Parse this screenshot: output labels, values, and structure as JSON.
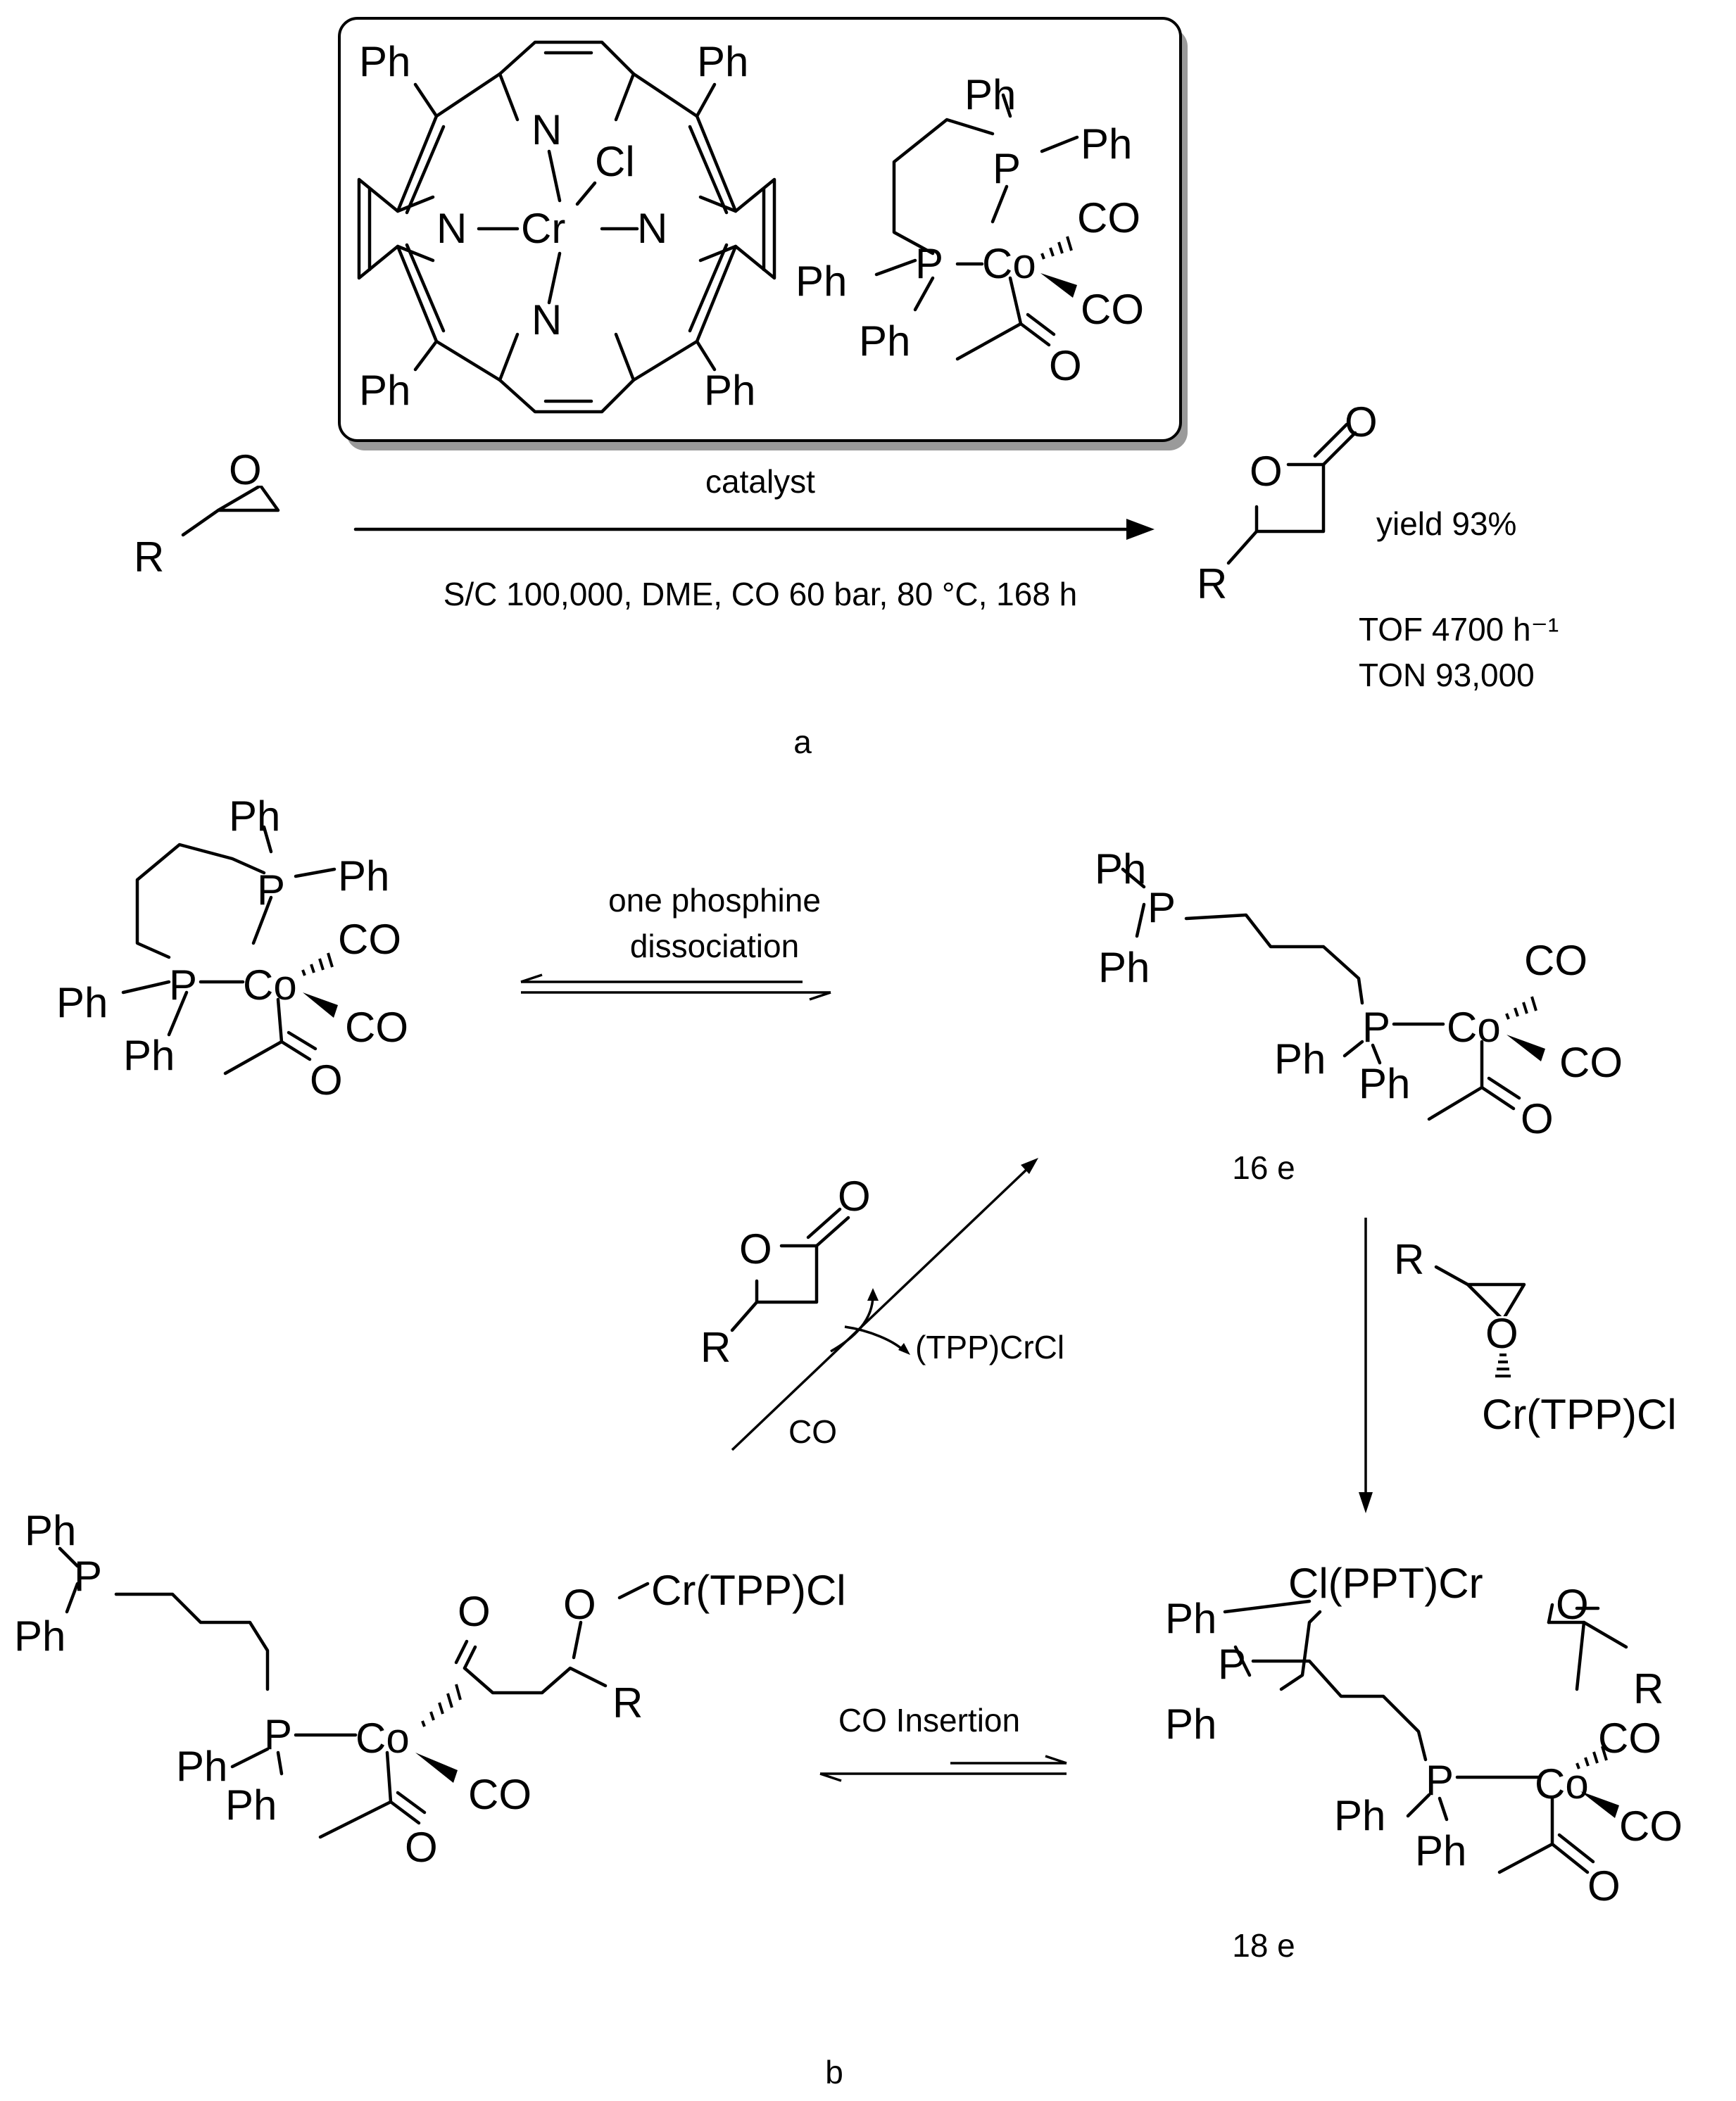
{
  "atoms": {
    "ph": "Ph",
    "n": "N",
    "cr": "Cr",
    "cl": "Cl",
    "p": "P",
    "co_metal": "Co",
    "co_ligand": "CO",
    "o": "O",
    "r": "R",
    "cr_tpp_cl": "Cr(TPP)Cl",
    "cl_ppt_cr": "Cl(PPT)Cr",
    "tpp_crcl": "(TPP)CrCl"
  },
  "panel_a": {
    "label": "a",
    "arrow_above": "catalyst",
    "arrow_below": "S/C 100,000, DME, CO 60 bar, 80 °C, 168 h",
    "yield": "yield 93%",
    "tof": "TOF 4700 h⁻¹",
    "ton": "TON 93,000"
  },
  "panel_b": {
    "label": "b",
    "step_dissociation_line1": "one phosphine",
    "step_dissociation_line2": "dissociation",
    "intermediate_16e": "16 e",
    "intermediate_18e": "18 e",
    "step_co_insertion": "CO Insertion",
    "co": "CO"
  }
}
